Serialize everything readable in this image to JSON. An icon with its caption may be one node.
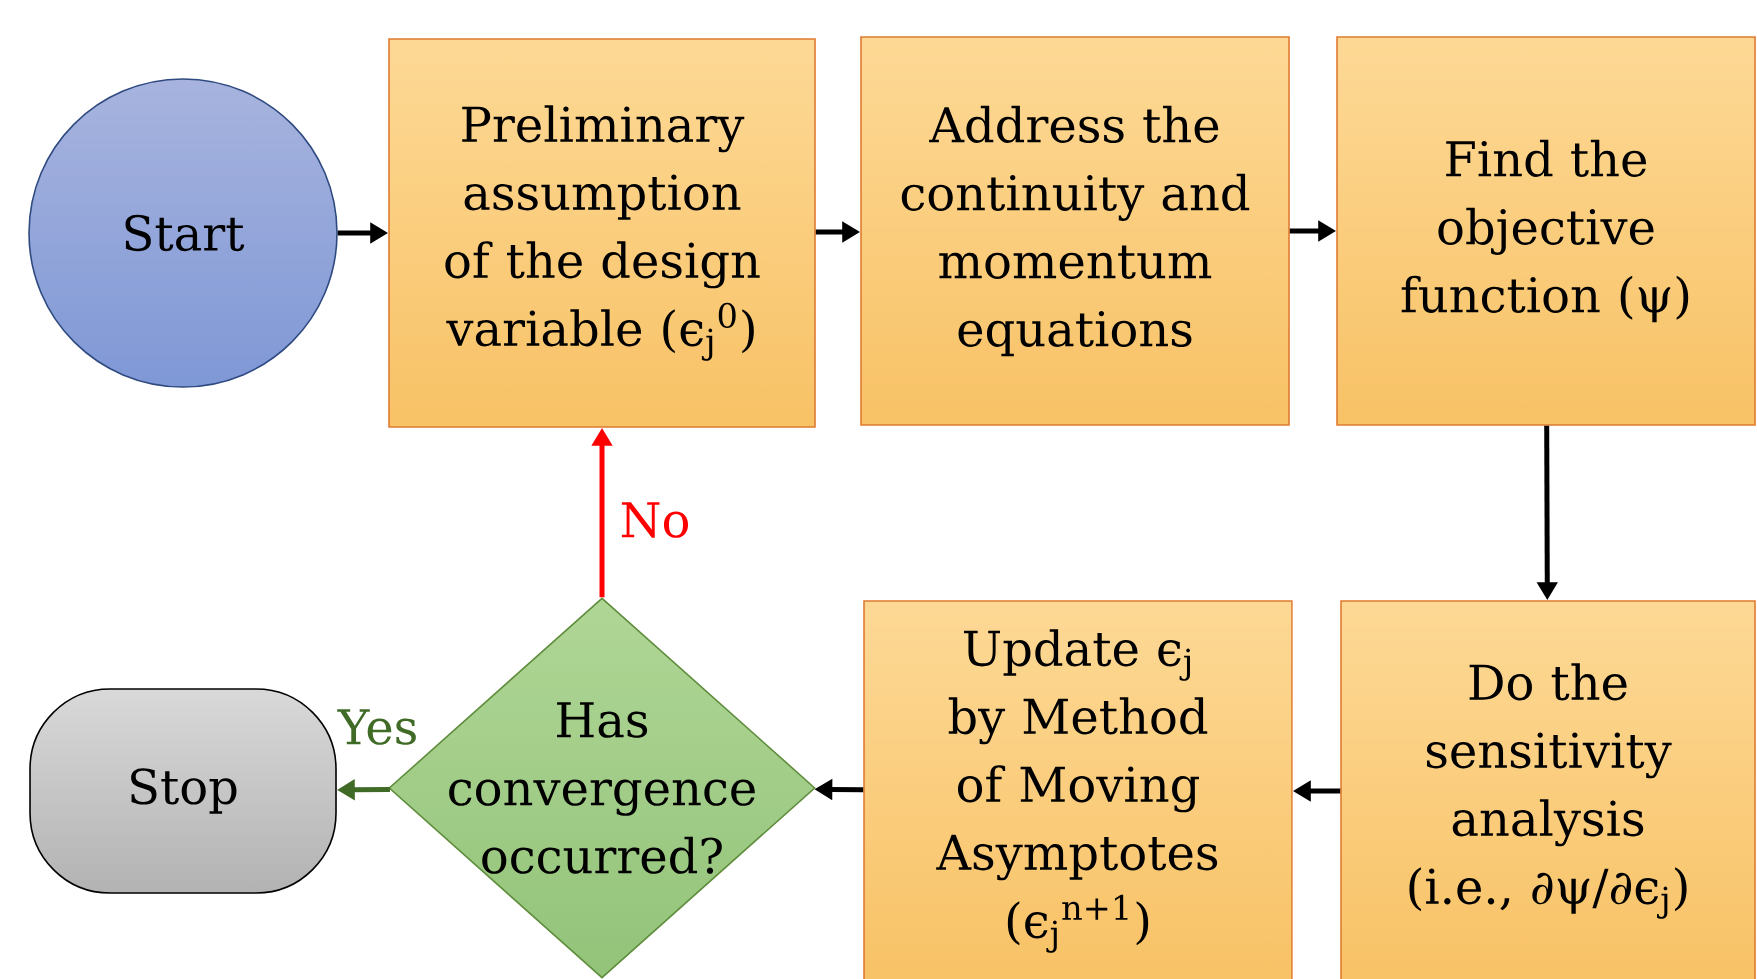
{
  "diagram": {
    "nodes": [
      {
        "text": [
          "Start"
        ]
      },
      {
        "text": [
          "Preliminary assumption of the design variable (ϵ$_{j}$$^{0}$)"
        ]
      },
      {
        "text": [
          "Address the continuity and momentum equations"
        ]
      },
      {
        "text": [
          "Find the objective function (ψ)"
        ]
      },
      {
        "text": [
          "Do the sensitivity analysis (i.e., ∂ψ/∂ϵ$_{j}$)"
        ]
      },
      {
        "text": [
          "Update ϵ$_{j}$ by Method of Moving Asymptotes (ϵ$_{j}$$^{n+1}$)"
        ]
      },
      {
        "text": [
          "Has convergence occurred?"
        ]
      },
      {
        "text": [
          "Stop"
        ]
      }
    ],
    "edges": [
      {
        "from": 0,
        "to": 1,
        "arrow": "to"
      },
      {
        "from": 1,
        "to": 2,
        "arrow": "to"
      },
      {
        "from": 2,
        "to": 3,
        "arrow": "to"
      },
      {
        "from": 3,
        "to": 4,
        "arrow": "to"
      },
      {
        "from": 4,
        "to": 5,
        "arrow": "to"
      },
      {
        "from": 5,
        "to": 6,
        "arrow": "to"
      },
      {
        "from": 6,
        "to": 1,
        "arrow": "to",
        "label": "No",
        "color": "#ff0000"
      },
      {
        "from": 6,
        "to": 7,
        "arrow": "to",
        "label": "Yes",
        "color": "#3f6b27"
      }
    ]
  }
}
